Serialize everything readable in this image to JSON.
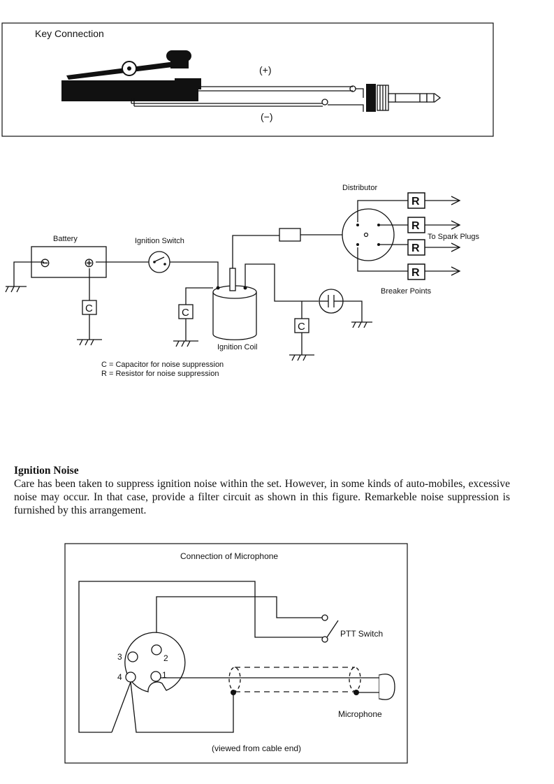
{
  "key_connection": {
    "title": "Key Connection",
    "plus_label": "(+)",
    "minus_label": "(−)"
  },
  "ignition_diagram": {
    "distributor_label": "Distributor",
    "battery_label": "Battery",
    "ignition_switch_label": "Ignition Switch",
    "spark_plugs_label": "To Spark Plugs",
    "breaker_points_label": "Breaker Points",
    "ignition_coil_label": "Ignition Coil",
    "capacitor_symbol": "C",
    "resistor_symbol": "R",
    "battery_minus": "⊖",
    "battery_plus": "⊕",
    "legend_c": "C = Capacitor for noise suppression",
    "legend_r": "R = Resistor for noise suppression"
  },
  "ignition_noise": {
    "heading": "Ignition Noise",
    "body": "Care has been taken to suppress ignition noise within the set. However, in some kinds of auto-mobiles, excessive noise may occur. In that case, provide a filter circuit as shown in this figure. Remarkeble noise suppression is furnished by this arrangement."
  },
  "microphone_connection": {
    "title": "Connection of Microphone",
    "ptt_label": "PTT Switch",
    "microphone_label": "Microphone",
    "footer": "(viewed from cable end)",
    "pins": [
      "1",
      "2",
      "3",
      "4"
    ]
  }
}
